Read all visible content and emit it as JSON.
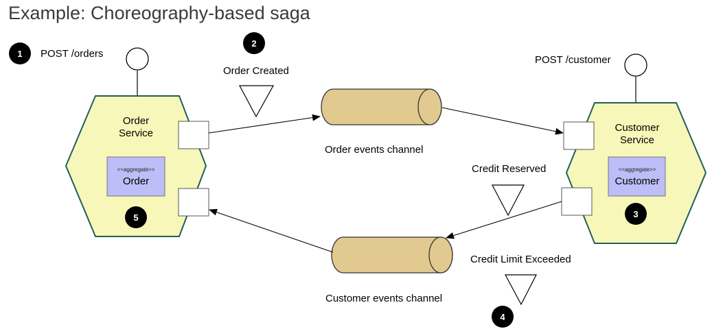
{
  "title": "Example: Choreography-based saga",
  "order_service": {
    "name_line1": "Order",
    "name_line2": "Service",
    "aggregate_stereotype": "<<aggregate>>",
    "aggregate_name": "Order",
    "endpoint": "POST /orders"
  },
  "customer_service": {
    "name_line1": "Customer",
    "name_line2": "Service",
    "aggregate_stereotype": "<<aggregate>>",
    "aggregate_name": "Customer",
    "endpoint": "POST /customer"
  },
  "channels": {
    "order_events": "Order events channel",
    "customer_events": "Customer events channel"
  },
  "events": {
    "order_created": "Order Created",
    "credit_reserved": "Credit Reserved",
    "credit_limit_exceeded": "Credit Limit Exceeded"
  },
  "steps": [
    "1",
    "2",
    "3",
    "4",
    "5"
  ],
  "colors": {
    "hexagon_fill": "#f7f7b9",
    "hexagon_stroke": "#1f5f5a",
    "aggregate_fill": "#bdbdf7",
    "channel_fill": "#e2c98f",
    "title_text": "#3a3a3a"
  }
}
